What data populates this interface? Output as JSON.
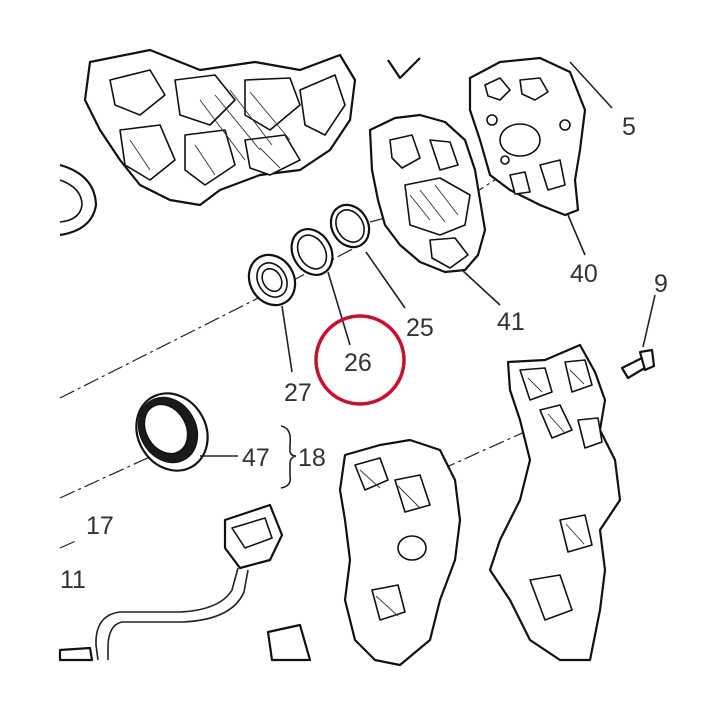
{
  "labels": {
    "l5": "5",
    "l40": "40",
    "l41": "41",
    "l25": "25",
    "l26": "26",
    "l27": "27",
    "l47": "47",
    "l18": "18",
    "l17": "17",
    "l11": "11",
    "l9": "9"
  },
  "highlight": {
    "label": "26",
    "color": "#c8102e"
  }
}
